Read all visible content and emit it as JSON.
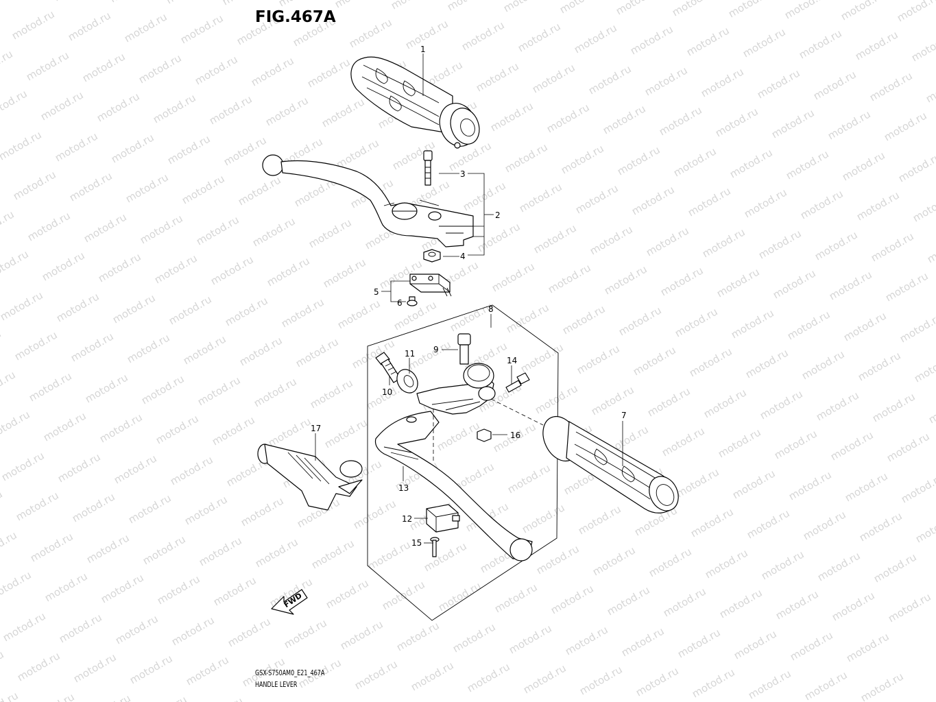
{
  "figure": {
    "title": "FIG.467A",
    "model_code": "GSX-S750AM0_E21_467A",
    "name": "HANDLE LEVER"
  },
  "watermark": {
    "text": "motod.ru"
  },
  "fwd_arrow": {
    "label": "FWD"
  },
  "callouts": {
    "c1": "1",
    "c2": "2",
    "c3": "3",
    "c4": "4",
    "c5": "5",
    "c6": "6",
    "c7": "7",
    "c8": "8",
    "c9": "9",
    "c10": "10",
    "c11": "11",
    "c12": "12",
    "c13": "13",
    "c14": "14",
    "c15": "15",
    "c16": "16",
    "c17": "17"
  }
}
